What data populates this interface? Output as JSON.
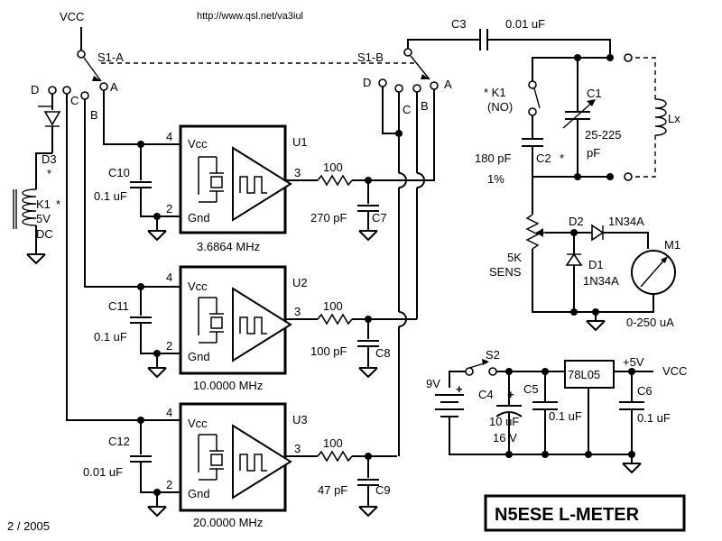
{
  "url": "http://www.qsl.net/va3iul",
  "title": "N5ESE  L-METER",
  "date": "2 / 2005",
  "supply": {
    "vcc_top": "VCC",
    "vcc_out": "VCC",
    "battery": "9V",
    "switch": "S2",
    "regulator": "78L05",
    "plus5": "+5V",
    "c4_name": "C4",
    "c4_value": "10 uF",
    "c4_voltage": "16 V",
    "c5_name": "C5",
    "c5_value": "0.1 uF",
    "c6_name": "C6",
    "c6_value": "0.1 uF"
  },
  "switches": {
    "s1a": "S1-A",
    "s1b": "S1-B",
    "pos_d": "D",
    "pos_c": "C",
    "pos_b": "B",
    "pos_a": "A"
  },
  "relay": {
    "d3": "D3",
    "star": "*",
    "k1": "K1",
    "k1_star": "*",
    "volt": "5V",
    "dc": "DC",
    "contact": "* K1",
    "no": "(NO)"
  },
  "oscillators": [
    {
      "name": "U1",
      "freq": "3.6864 MHz",
      "cap": "C10",
      "cap_value": "0.1 uF",
      "vcc": "Vcc",
      "gnd": "Gnd",
      "pin4": "4",
      "pin2": "2",
      "pin3": "3",
      "res": "100",
      "load": "270 pF",
      "load_name": "C7"
    },
    {
      "name": "U2",
      "freq": "10.0000 MHz",
      "cap": "C11",
      "cap_value": "0.1 uF",
      "vcc": "Vcc",
      "gnd": "Gnd",
      "pin4": "4",
      "pin2": "2",
      "pin3": "3",
      "res": "100",
      "load": "100 pF",
      "load_name": "C8"
    },
    {
      "name": "U3",
      "freq": "20.0000 MHz",
      "cap": "C12",
      "cap_value": "0.01 uF",
      "vcc": "Vcc",
      "gnd": "Gnd",
      "pin4": "4",
      "pin2": "2",
      "pin3": "3",
      "res": "100",
      "load": "47 pF",
      "load_name": "C9"
    }
  ],
  "tank": {
    "c3": "C3",
    "c3_value": "0.01 uF",
    "c1": "C1",
    "c1_range": "25-225",
    "c1_unit": "pF",
    "c2": "C2",
    "c2_star": "*",
    "c2_value": "180 pF",
    "c2_tol": "1%",
    "lx": "Lx"
  },
  "detector": {
    "d2": "D2",
    "d2_type": "1N34A",
    "d1": "D1",
    "d1_type": "1N34A",
    "pot_value": "5K",
    "pot_name": "SENS",
    "meter": "M1",
    "meter_range": "0-250 uA"
  }
}
